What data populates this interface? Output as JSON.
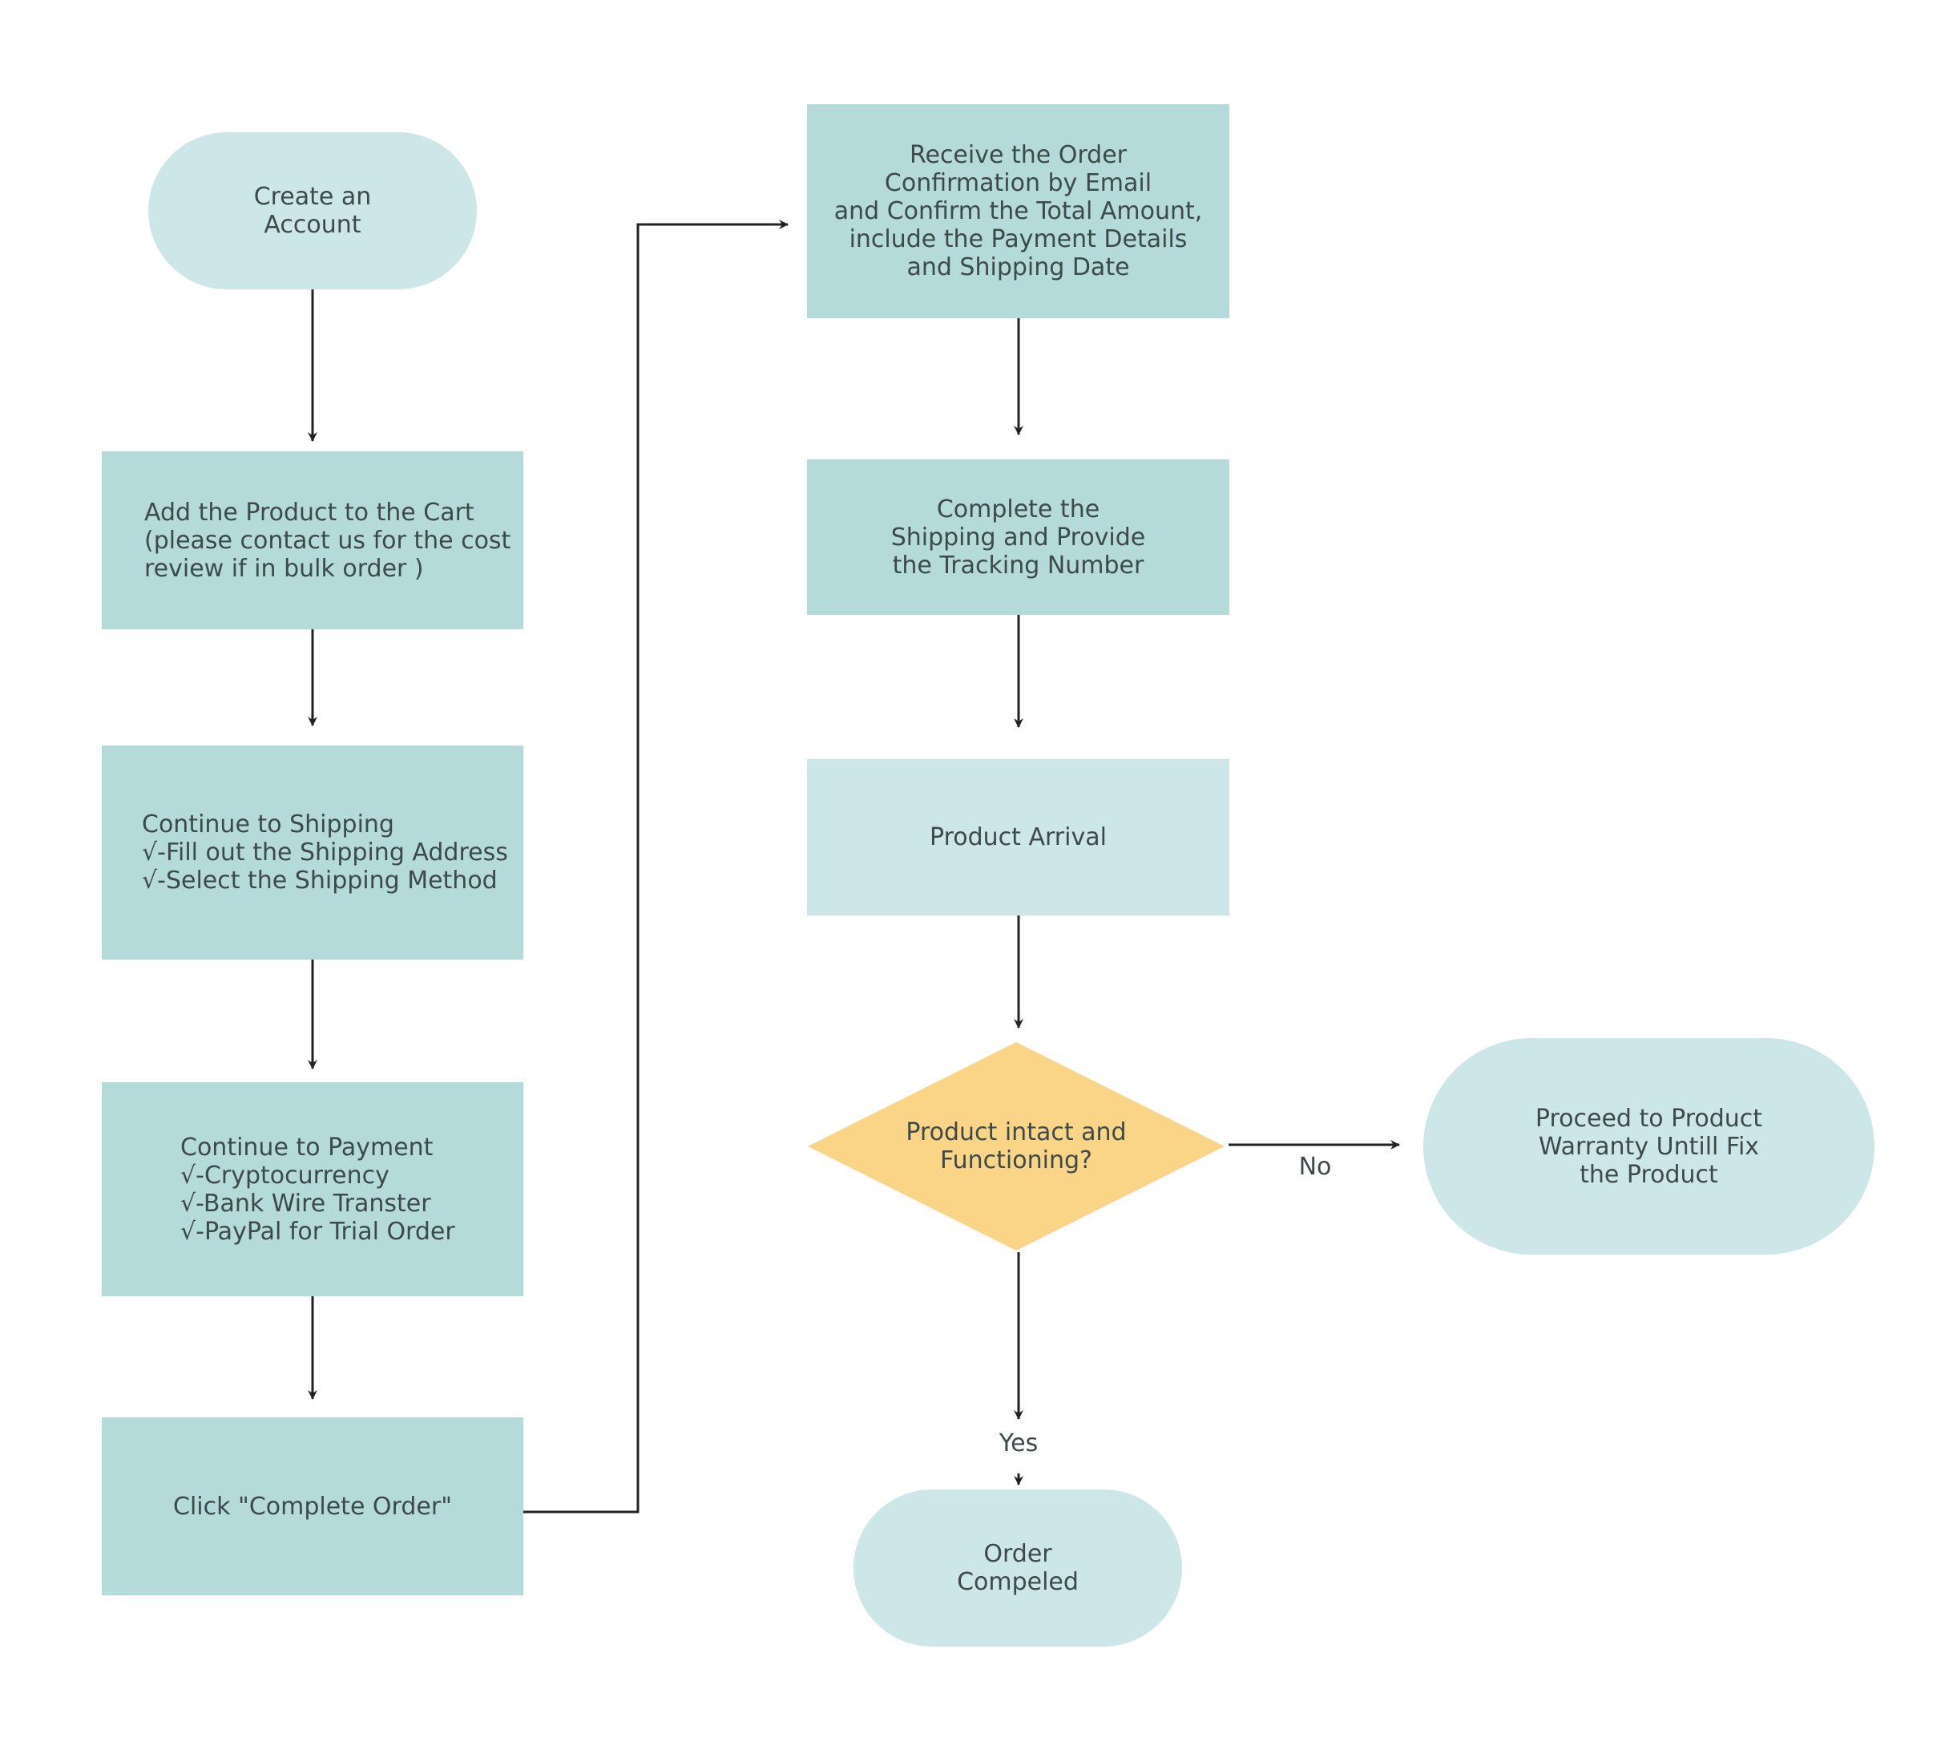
{
  "colors": {
    "box_dark": "#b5dada",
    "box_light": "#cde6e7",
    "decision": "#fad587",
    "arrow": "#222222",
    "text": "#3d4a4a"
  },
  "nodes": {
    "create_account": "Create an\nAccount",
    "add_to_cart": "Add the Product to the Cart\n(please contact us for the cost\nreview if in bulk order )",
    "continue_shipping": "Continue to Shipping\n√-Fill out the Shipping Address\n√-Select the Shipping Method",
    "continue_payment": "Continue to Payment\n√-Cryptocurrency\n√-Bank Wire Transter\n√-PayPal for Trial Order",
    "complete_order": "Click \"Complete Order\"",
    "receive_confirmation": "Receive the Order\nConfirmation by Email\nand Confirm the Total Amount,\ninclude the Payment Details\nand Shipping Date",
    "complete_shipping": "Complete the\nShipping and Provide\nthe Tracking Number",
    "product_arrival": "Product Arrival",
    "decision": "Product intact and\nFunctioning?",
    "warranty": "Proceed to Product\nWarranty Untill Fix\nthe Product",
    "order_completed": "Order\nCompeled"
  },
  "edge_labels": {
    "no": "No",
    "yes": "Yes"
  }
}
